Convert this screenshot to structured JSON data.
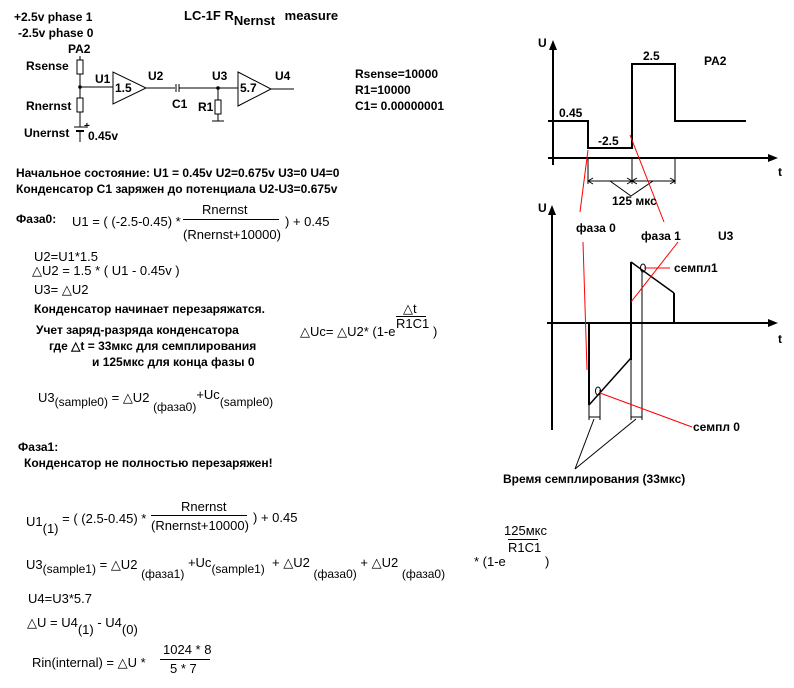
{
  "title": {
    "main": "LC-1F R",
    "sub": "Nernst",
    "suffix": "measure"
  },
  "circuit": {
    "supply_phase1": "+2.5v phase 1",
    "supply_phase0": "-2.5v phase 0",
    "pa2": "PA2",
    "rsense": "Rsense",
    "rnernst": "Rnernst",
    "unernst": "Unernst",
    "battery_plus": "+",
    "battery_value": "0.45v",
    "u1": "U1",
    "u2": "U2",
    "u3": "U3",
    "u4": "U4",
    "amp1_gain": "1.5",
    "amp2_gain": "5.7",
    "c1": "C1",
    "r1": "R1"
  },
  "params": {
    "rsense": "Rsense=10000",
    "r1": "R1=10000",
    "c1": "C1= 0.00000001"
  },
  "text": {
    "initial_state": "Начальное состояние: U1 = 0.45v U2=0.675v U3=0 U4=0",
    "cap_charged": "Конденсатор C1 заряжен до потенциала U2-U3=0.675v",
    "phase0_label": "Фаза0:",
    "phase0_u1_left": "U1 = ( (-2.5-0.45) *",
    "phase0_num": "Rnernst",
    "phase0_den": "(Rnernst+10000)",
    "phase0_u1_right": ") + 0.45",
    "u2_eq": "U2=U1*1.5",
    "du2_eq": "△U2 = 1.5 * (  U1 - 0.45v )",
    "u3_eq": "U3= △U2",
    "cap_recharge": "Конденсатор начинает перезаряжатся.",
    "charge_account": "Учет заряд-разряда конденсатора",
    "where_dt": "где  △t =  33мкс для семплирования",
    "and_125": "и 125мкс для конца фазы 0",
    "duc_eq": "△Uc= △U2* (1-e",
    "duc_exp_num": "△t",
    "duc_exp_den": "R1C1",
    "duc_close": ")",
    "u3s0_a": "U3",
    "u3s0_b": "(sample0)",
    "u3s0_c": "= △U2",
    "u3s0_d": "(фаза0)",
    "u3s0_e": "+Uc",
    "u3s0_f": "(sample0)",
    "phase1_label": "Фаза1:",
    "cap_not_full": "Конденсатор не полностью перезаряжен!",
    "p1_u1": "U1",
    "p1_sub": "(1)",
    "p1_left": "= ( (2.5-0.45) *",
    "p1_num": "Rnernst",
    "p1_den": "(Rnernst+10000)",
    "p1_right": ") + 0.45",
    "u3s1_a": "U3",
    "u3s1_b": "(sample1)",
    "u3s1_c": "= △U2",
    "u3s1_d": "(фаза1)",
    "u3s1_e": "+Uc",
    "u3s1_f": "(sample1)",
    "u3s1_g": "+ △U2",
    "u3s1_h": "(фаза0)",
    "u3s1_i": "+ △U2",
    "u3s1_j": "(фаза0)",
    "u3s1_k": "* (1-e",
    "u3s1_exp_num": "125мкс",
    "u3s1_exp_den": "R1C1",
    "u3s1_close": ")",
    "u4_eq": "U4=U3*5.7",
    "du_a": "△U =  U4",
    "du_b": "(1)",
    "du_c": "- U4",
    "du_d": "(0)",
    "rin_left": "Rin(internal) = △U *",
    "rin_num": "1024 * 8",
    "rin_den": "5 * 7"
  },
  "graph_pa2": {
    "axis_u": "U",
    "axis_t": "t",
    "label_045": "0.45",
    "label_neg25": "-2.5",
    "label_25": "2.5",
    "name": "PA2",
    "duration": "125 мкс"
  },
  "graph_u3": {
    "axis_u": "U",
    "axis_t": "t",
    "name": "U3",
    "phase0": "фаза 0",
    "phase1": "фаза 1",
    "sample1": "семпл1",
    "sample0": "семпл 0",
    "sampling_time": "Время семплирования (33мкс)"
  },
  "colors": {
    "ink": "#000000",
    "annotation": "#ff0000"
  }
}
